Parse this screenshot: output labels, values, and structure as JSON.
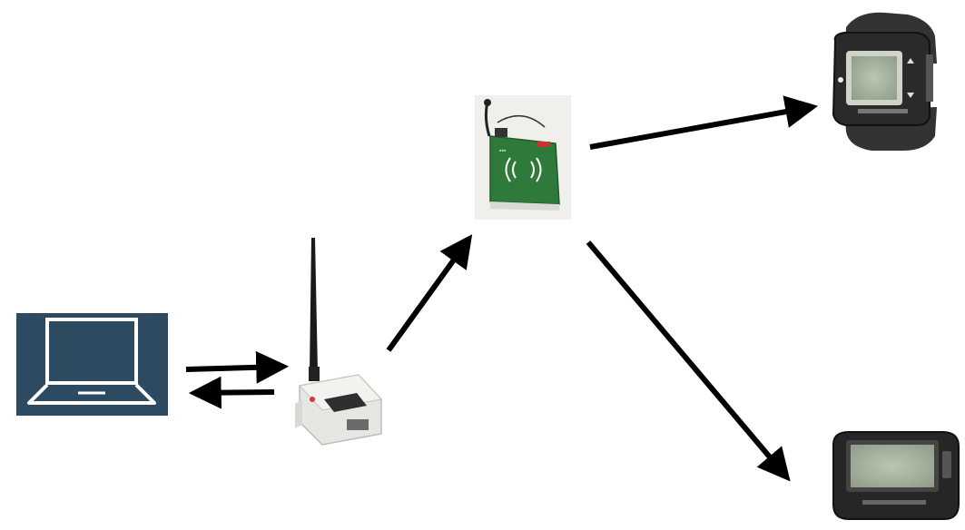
{
  "diagram": {
    "nodes": [
      {
        "id": "laptop",
        "icon": "laptop-icon",
        "label": ""
      },
      {
        "id": "rf_transmitter",
        "icon": "antenna-transmitter-icon",
        "label": ""
      },
      {
        "id": "repeater",
        "icon": "wireless-repeater-icon",
        "label": ""
      },
      {
        "id": "watch_pager",
        "icon": "wrist-watch-pager-icon",
        "label": ""
      },
      {
        "id": "pager",
        "icon": "pocket-pager-icon",
        "label": ""
      }
    ],
    "edges": [
      {
        "from": "laptop",
        "to": "rf_transmitter"
      },
      {
        "from": "rf_transmitter",
        "to": "laptop"
      },
      {
        "from": "rf_transmitter",
        "to": "repeater"
      },
      {
        "from": "repeater",
        "to": "watch_pager"
      },
      {
        "from": "repeater",
        "to": "pager"
      }
    ],
    "colors": {
      "laptop_bg": "#2e4a60",
      "laptop_line": "#ffffff",
      "arrow": "#000000",
      "board_green": "#2f7a3a",
      "device_white": "#e9e9e6",
      "watch_body": "#2c2c2c",
      "screen_lcd": "#a9b7a3"
    }
  }
}
